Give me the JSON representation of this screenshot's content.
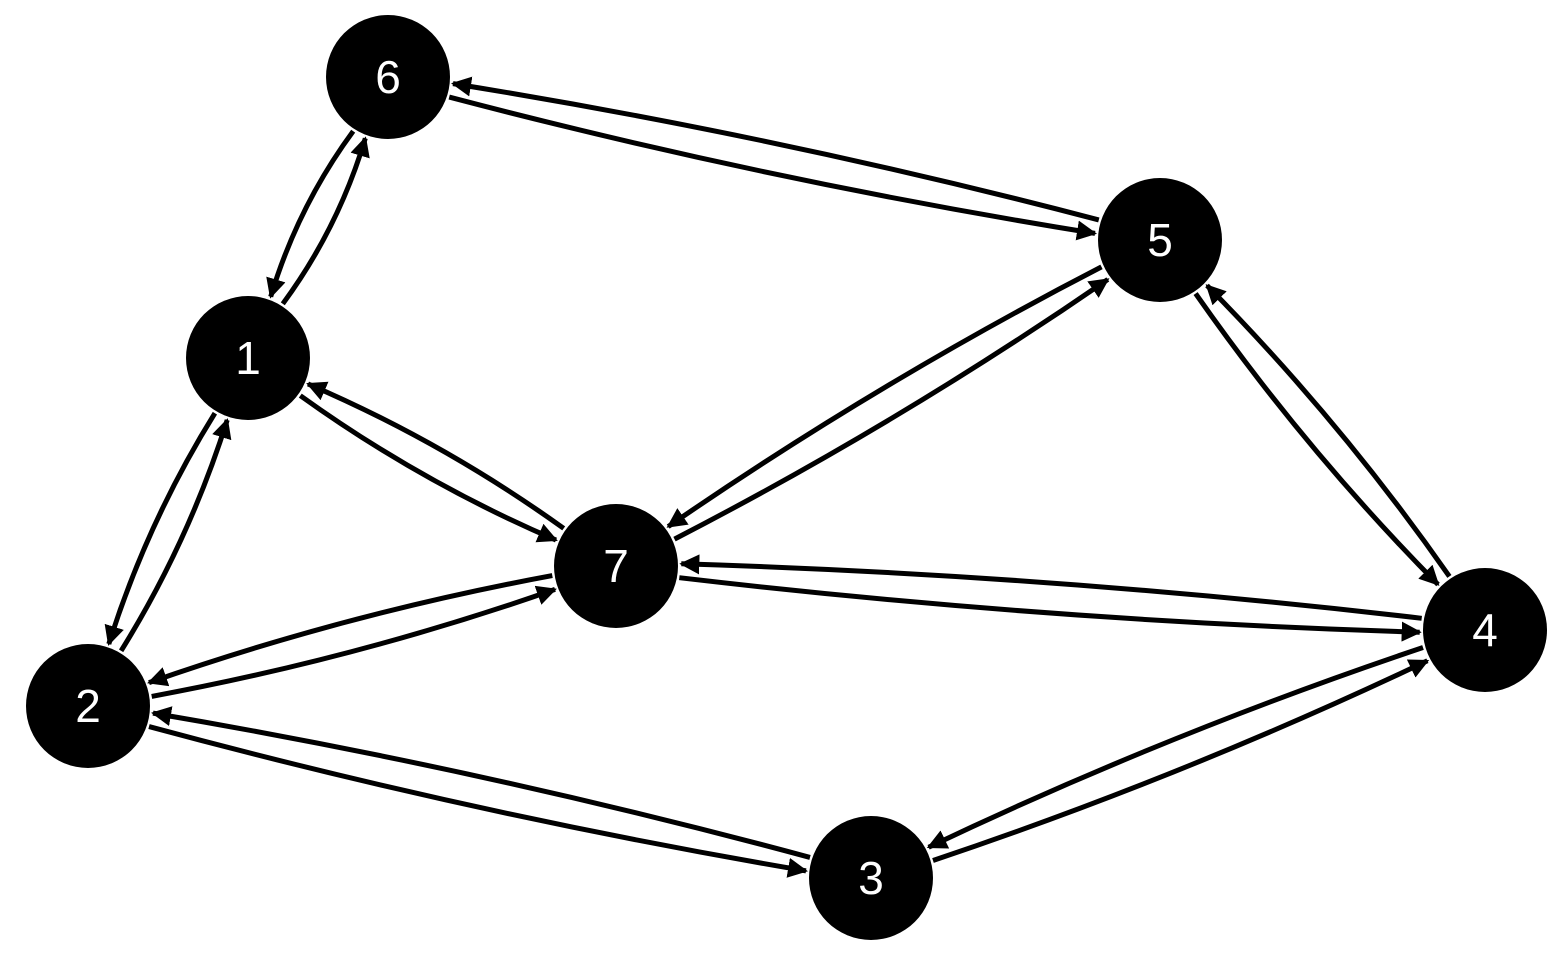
{
  "diagram": {
    "type": "directed-graph",
    "colors": {
      "node_fill": "#000000",
      "node_label": "#ffffff",
      "edge": "#000000",
      "background": "#ffffff"
    },
    "nodes": [
      {
        "id": "1",
        "label": "1"
      },
      {
        "id": "2",
        "label": "2"
      },
      {
        "id": "3",
        "label": "3"
      },
      {
        "id": "4",
        "label": "4"
      },
      {
        "id": "5",
        "label": "5"
      },
      {
        "id": "6",
        "label": "6"
      },
      {
        "id": "7",
        "label": "7"
      }
    ],
    "edges": [
      {
        "from": "1",
        "to": "6"
      },
      {
        "from": "6",
        "to": "1"
      },
      {
        "from": "1",
        "to": "2"
      },
      {
        "from": "2",
        "to": "1"
      },
      {
        "from": "1",
        "to": "7"
      },
      {
        "from": "7",
        "to": "1"
      },
      {
        "from": "6",
        "to": "5"
      },
      {
        "from": "5",
        "to": "6"
      },
      {
        "from": "7",
        "to": "5"
      },
      {
        "from": "5",
        "to": "7"
      },
      {
        "from": "5",
        "to": "4"
      },
      {
        "from": "4",
        "to": "5"
      },
      {
        "from": "7",
        "to": "4"
      },
      {
        "from": "4",
        "to": "7"
      },
      {
        "from": "2",
        "to": "7"
      },
      {
        "from": "7",
        "to": "2"
      },
      {
        "from": "2",
        "to": "3"
      },
      {
        "from": "3",
        "to": "2"
      },
      {
        "from": "3",
        "to": "4"
      },
      {
        "from": "4",
        "to": "3"
      }
    ]
  }
}
